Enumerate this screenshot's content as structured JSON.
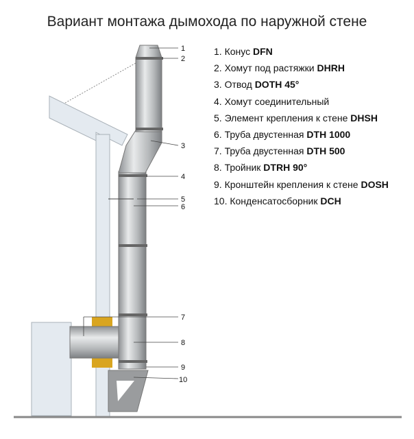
{
  "title": "Вариант монтажа дымохода по наружной стене",
  "legend": [
    {
      "text": "1. Конус ",
      "code": "DFN"
    },
    {
      "text": "2. Хомут под растяжки ",
      "code": "DHRH"
    },
    {
      "text": "3. Отвод ",
      "code": "DOTH 45°"
    },
    {
      "text": "4. Хомут соединительный",
      "code": ""
    },
    {
      "text": "5. Элемент крепления к стене ",
      "code": "DHSH"
    },
    {
      "text": "6. Труба двустенная ",
      "code": "DTH 1000"
    },
    {
      "text": "7. Труба двустенная ",
      "code": "DTH 500"
    },
    {
      "text": "8. Тройник ",
      "code": "DTRH 90°"
    },
    {
      "text": "9. Кронштейн крепления к стене ",
      "code": "DOSH"
    },
    {
      "text": "10. Конденсатосборник ",
      "code": "DCH"
    }
  ],
  "callouts": [
    "1",
    "2",
    "3",
    "4",
    "5",
    "6",
    "7",
    "8",
    "9",
    "10"
  ],
  "colors": {
    "wall": "#e4eaf0",
    "wall_edge": "#a9b1b8",
    "pipe": "#c9ccce",
    "insulation": "#d9a520",
    "bracket": "#9a9c9e"
  }
}
